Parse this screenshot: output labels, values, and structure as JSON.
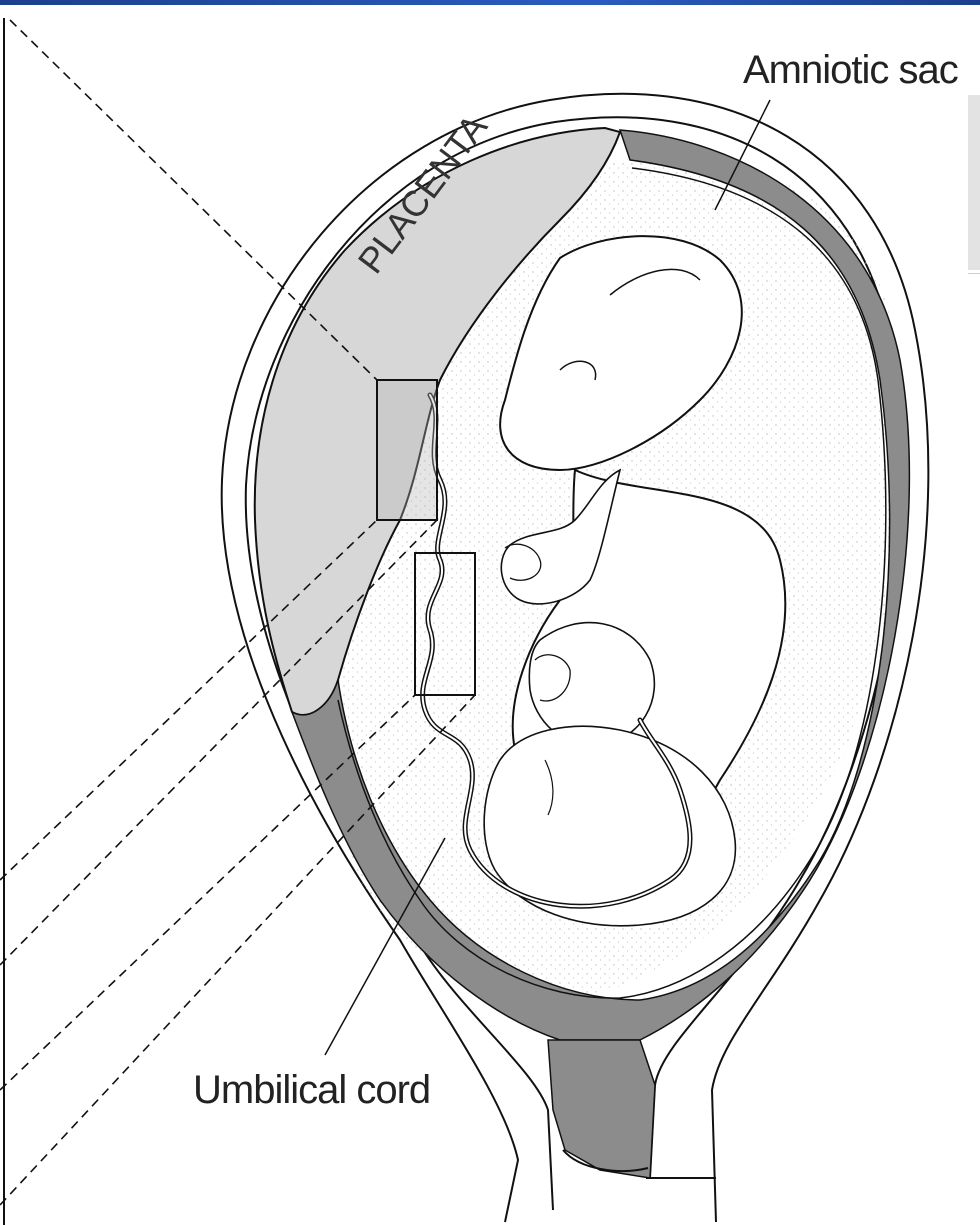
{
  "labels": {
    "amniotic_sac": "Amniotic sac",
    "placenta": "PLACENTA",
    "umbilical_cord": "Umbilical cord"
  },
  "colors": {
    "placenta_fill": "#d7d7d7",
    "membrane_fill": "#8a8a8a",
    "line": "#111111",
    "accent_bar": "#1b3f8c"
  }
}
